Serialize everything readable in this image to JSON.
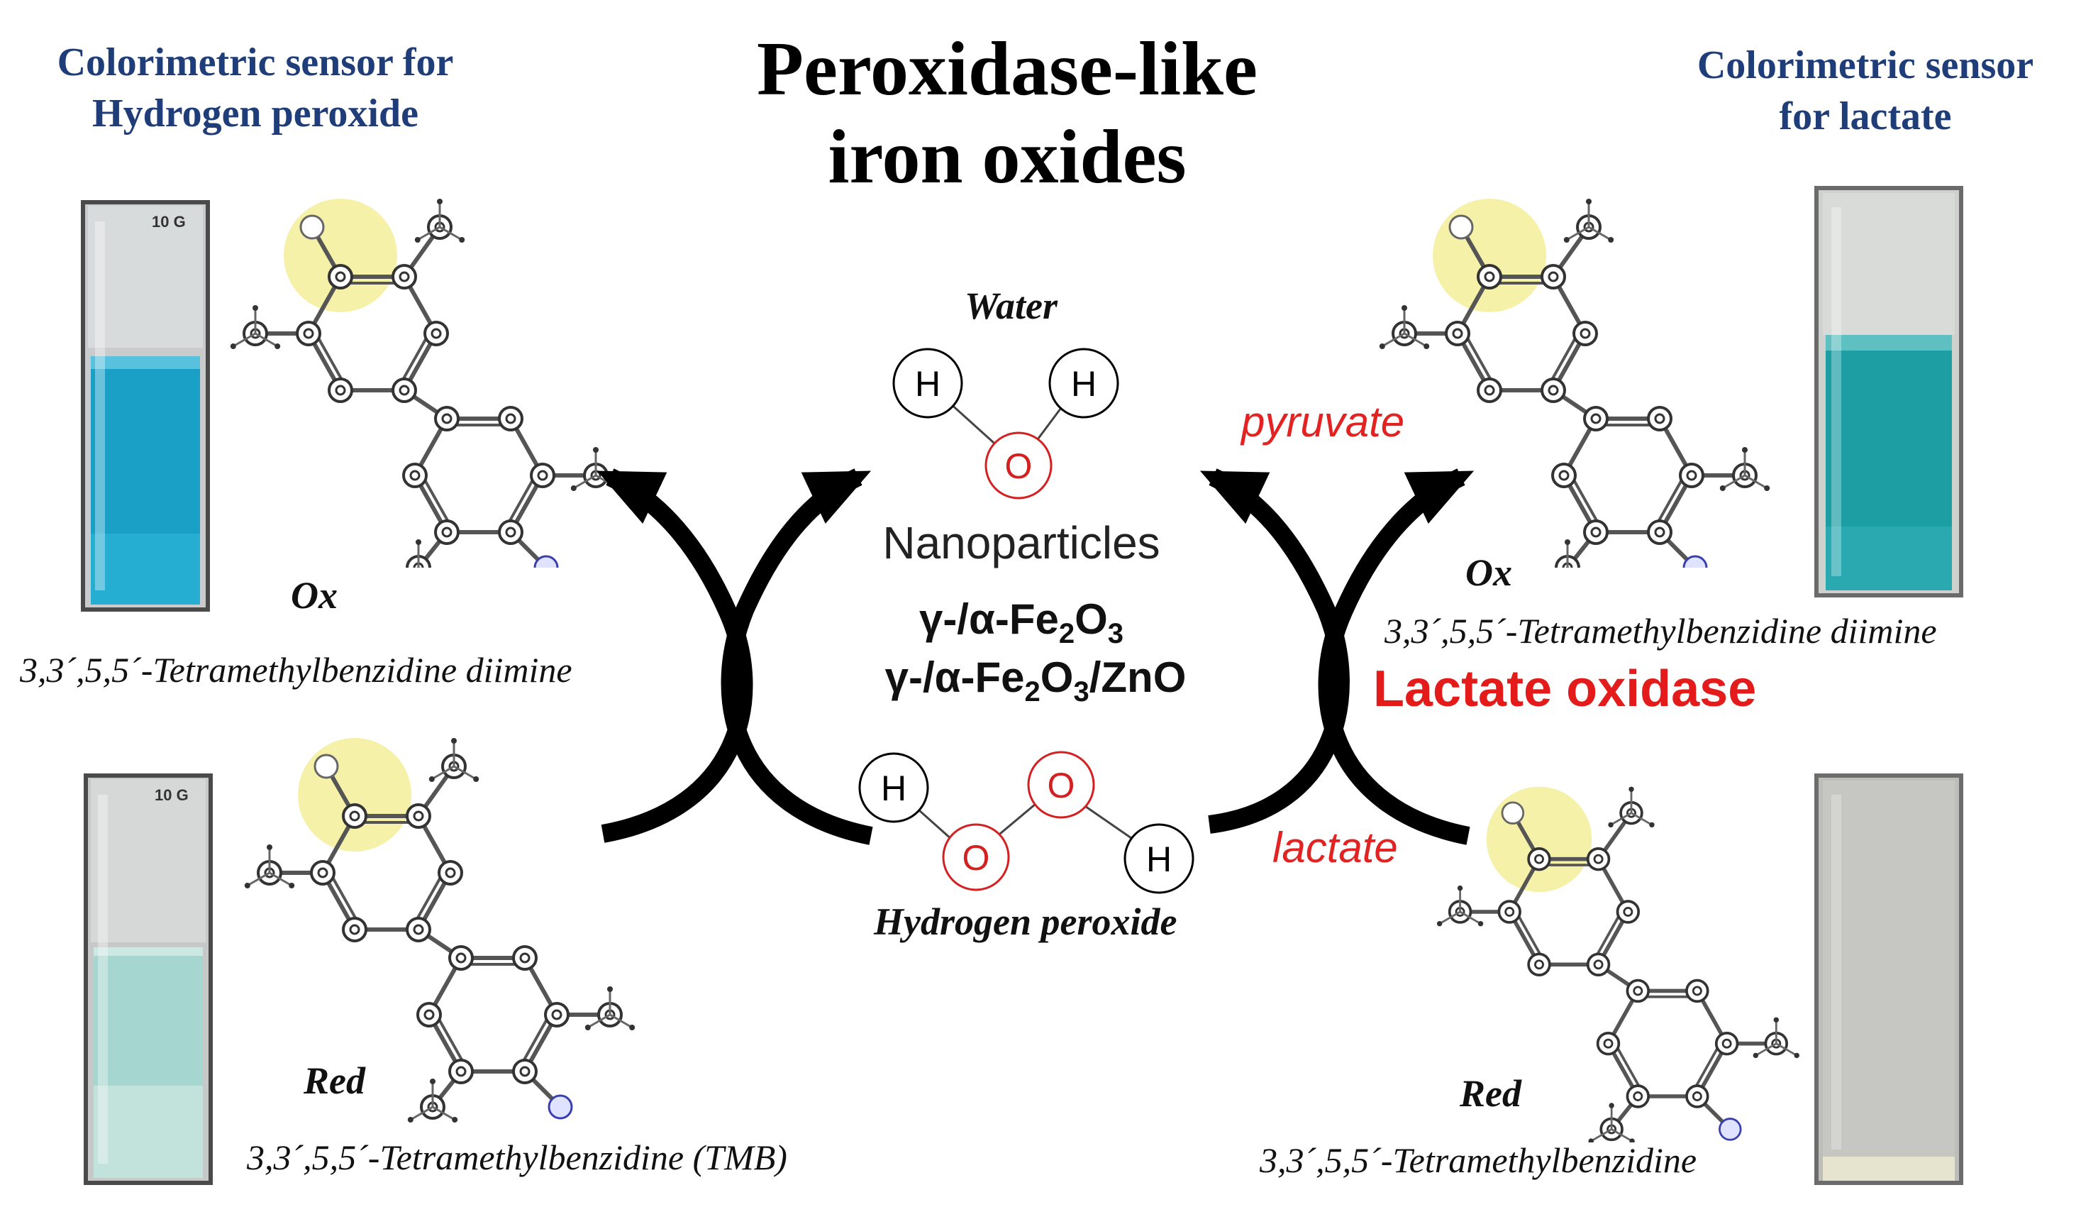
{
  "left_sensor_title": [
    "Colorimetric sensor for",
    "Hydrogen peroxide"
  ],
  "right_sensor_title": [
    "Colorimetric sensor",
    "for lactate"
  ],
  "main_title": [
    "Peroxidase-like",
    "iron oxides"
  ],
  "center": {
    "water_label": "Water",
    "nanoparticles_label": "Nanoparticles",
    "formula_1": {
      "p1": "γ-/α-Fe",
      "s1": "2",
      "p2": "O",
      "s2": "3",
      "p3": ""
    },
    "formula_2": {
      "p1": "γ-/α-Fe",
      "s1": "2",
      "p2": "O",
      "s2": "3",
      "p3": "/ZnO"
    },
    "h2o2_label": "Hydrogen peroxide",
    "atom_H": "H",
    "atom_O": "O"
  },
  "left": {
    "ox_label": "Ox",
    "ox_name": "3,3´,5,5´-Tetramethylbenzidine diimine",
    "red_label": "Red",
    "red_name": "3,3´,5,5´-Tetramethylbenzidine (TMB)"
  },
  "right": {
    "ox_label": "Ox",
    "ox_name": "3,3´,5,5´-Tetramethylbenzidine diimine",
    "red_label": "Red",
    "red_name": "3,3´,5,5´-Tetramethylbenzidine",
    "pyruvate": "pyruvate",
    "lactate": "lactate",
    "enzyme": "Lactate oxidase"
  },
  "cuvette_label": "10 G",
  "colors": {
    "title_blue": "#1f3d78",
    "red_text": "#e32222",
    "oxidized_blue": "#1aa0c6",
    "reduced_pale": "#a6d6d0",
    "highlight": "#f4ef9a",
    "arrow": "#000000"
  }
}
